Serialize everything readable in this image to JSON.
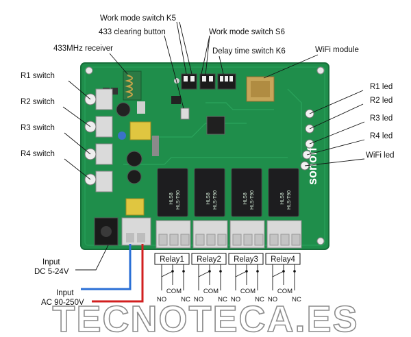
{
  "labels": {
    "k5": "Work mode switch K5",
    "clear433": "433 clearing button",
    "s6": "Work mode switch S6",
    "recv433": "433MHz receiver",
    "k6": "Delay time switch K6",
    "wifi_module": "WiFi module",
    "r1_switch": "R1 switch",
    "r2_switch": "R2 switch",
    "r3_switch": "R3 switch",
    "r4_switch": "R4 switch",
    "r1_led": "R1 led",
    "r2_led": "R2 led",
    "r3_led": "R3 led",
    "r4_led": "R4 led",
    "wifi_led": "WiFi led",
    "input_dc_1": "Input",
    "input_dc_2": "DC 5-24V",
    "input_ac_1": "Input",
    "input_ac_2": "AC 90-250V"
  },
  "relays": [
    {
      "name": "Relay1",
      "no": "NO",
      "com": "COM",
      "nc": "NC"
    },
    {
      "name": "Relay2",
      "no": "NO",
      "com": "COM",
      "nc": "NC"
    },
    {
      "name": "Relay3",
      "no": "NO",
      "com": "COM",
      "nc": "NC"
    },
    {
      "name": "Relay4",
      "no": "NO",
      "com": "COM",
      "nc": "NC"
    }
  ],
  "board": {
    "brand": "sonoff",
    "relay_model": "HLS8",
    "relay_code": "HLS-T90"
  },
  "watermark": "TECNOTECA.ES",
  "colors": {
    "board": "#1f8e4b",
    "relay_body": "#1d1d1f",
    "terminal": "#d9d9d9",
    "wire_live": "#d21f1f",
    "wire_neutral": "#2a6fd6",
    "leader": "#111111"
  }
}
